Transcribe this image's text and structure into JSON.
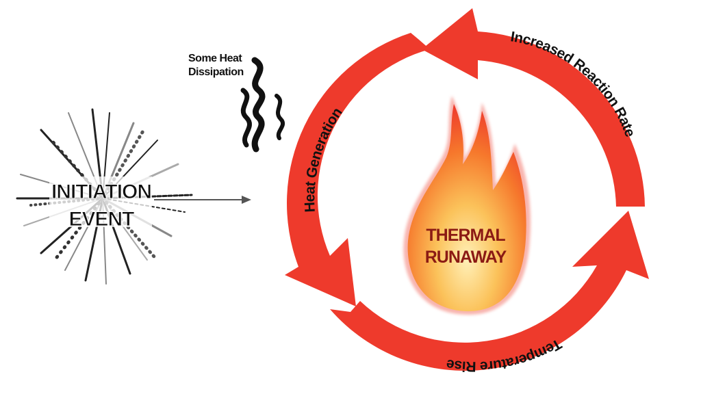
{
  "initiation": {
    "line1": "INITIATION",
    "line2": "EVENT"
  },
  "dissipation": {
    "line1": "Some Heat",
    "line2": "Dissipation"
  },
  "cycle": {
    "heat_generation": "Heat Generation",
    "increased_reaction_rate": "Increased Reaction Rate",
    "temperature_rise": "Temperature Rise"
  },
  "center": {
    "line1": "THERMAL",
    "line2": "RUNAWAY"
  },
  "colors": {
    "arrow_red": "#ee3a2c",
    "flame_outer": "#f0443a",
    "flame_mid": "#f8922a",
    "flame_core": "#ffe0a0",
    "center_text": "#8b1a14",
    "burst_dark": "#222222",
    "burst_light": "#8a8a8a"
  }
}
